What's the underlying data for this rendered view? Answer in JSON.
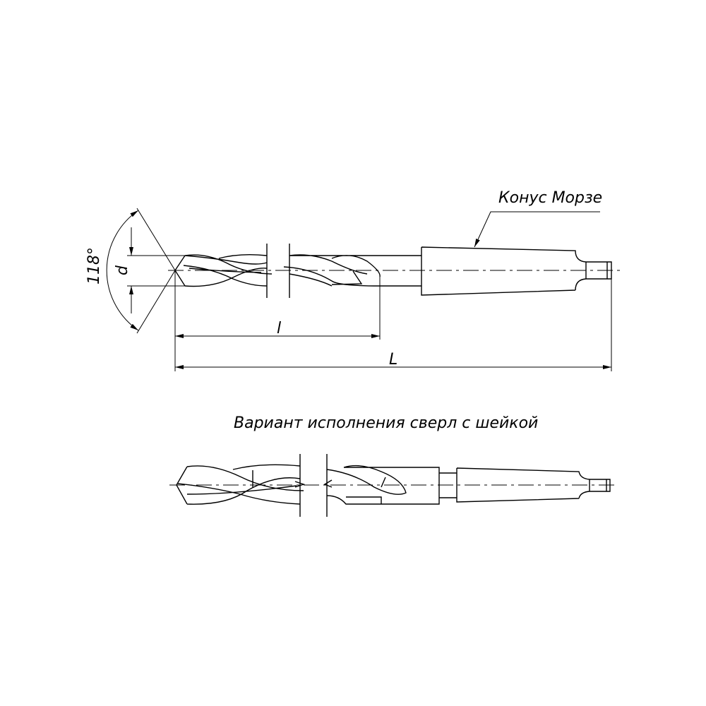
{
  "top_drawing": {
    "angle_label": "118°",
    "diameter_label": "d",
    "flute_length_label": "l",
    "total_length_label": "L",
    "taper_label": "Конус Морзе"
  },
  "bottom_drawing": {
    "caption": "Вариант исполнения сверл с шейкой"
  },
  "colors": {
    "line": "#000000",
    "background": "#ffffff"
  }
}
